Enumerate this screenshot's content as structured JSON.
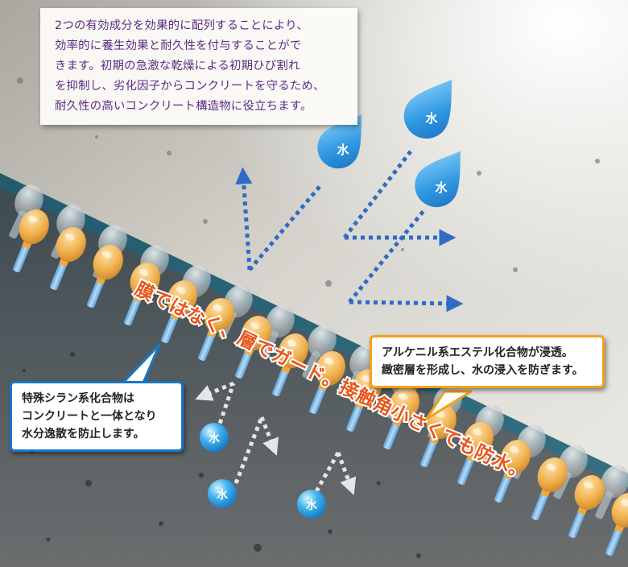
{
  "intro_text": [
    "2つの有効成分を効果的に配列することにより、",
    "効率的に養生効果と耐久性を付与することがで",
    "きます。初期の急激な乾燥による初期ひび割れ",
    "を抑制し、劣化因子からコンクリートを守るため、",
    "耐久性の高いコンクリート構造物に役立ちます。"
  ],
  "slogan": "膜ではなく、層でガード。接触角小さくても防水。",
  "callout_ester": [
    "アルケニル系エステル化合物が浸透。",
    "緻密層を形成し、水の浸入を防ぎます。"
  ],
  "callout_silane": [
    "特殊シラン系化合物は",
    "コンクリートと一体となり",
    "水分逸散を防止します。"
  ],
  "water_label": "水",
  "colors": {
    "purple_text": "#5a2c86",
    "blue_arrow": "#2f6bc4",
    "gray_arrow": "#e6e6e6",
    "drop_blue": "#36a2e6",
    "silane_border": "#1877c6",
    "ester_border": "#f3a11d",
    "slogan_fill": "#e9561d",
    "capsule_orange": "#f0b14f",
    "capsule_blue": "#7db4e3"
  },
  "icons": [
    "water-drop-icon",
    "water-bubble-icon",
    "dotted-arrow-icon"
  ]
}
